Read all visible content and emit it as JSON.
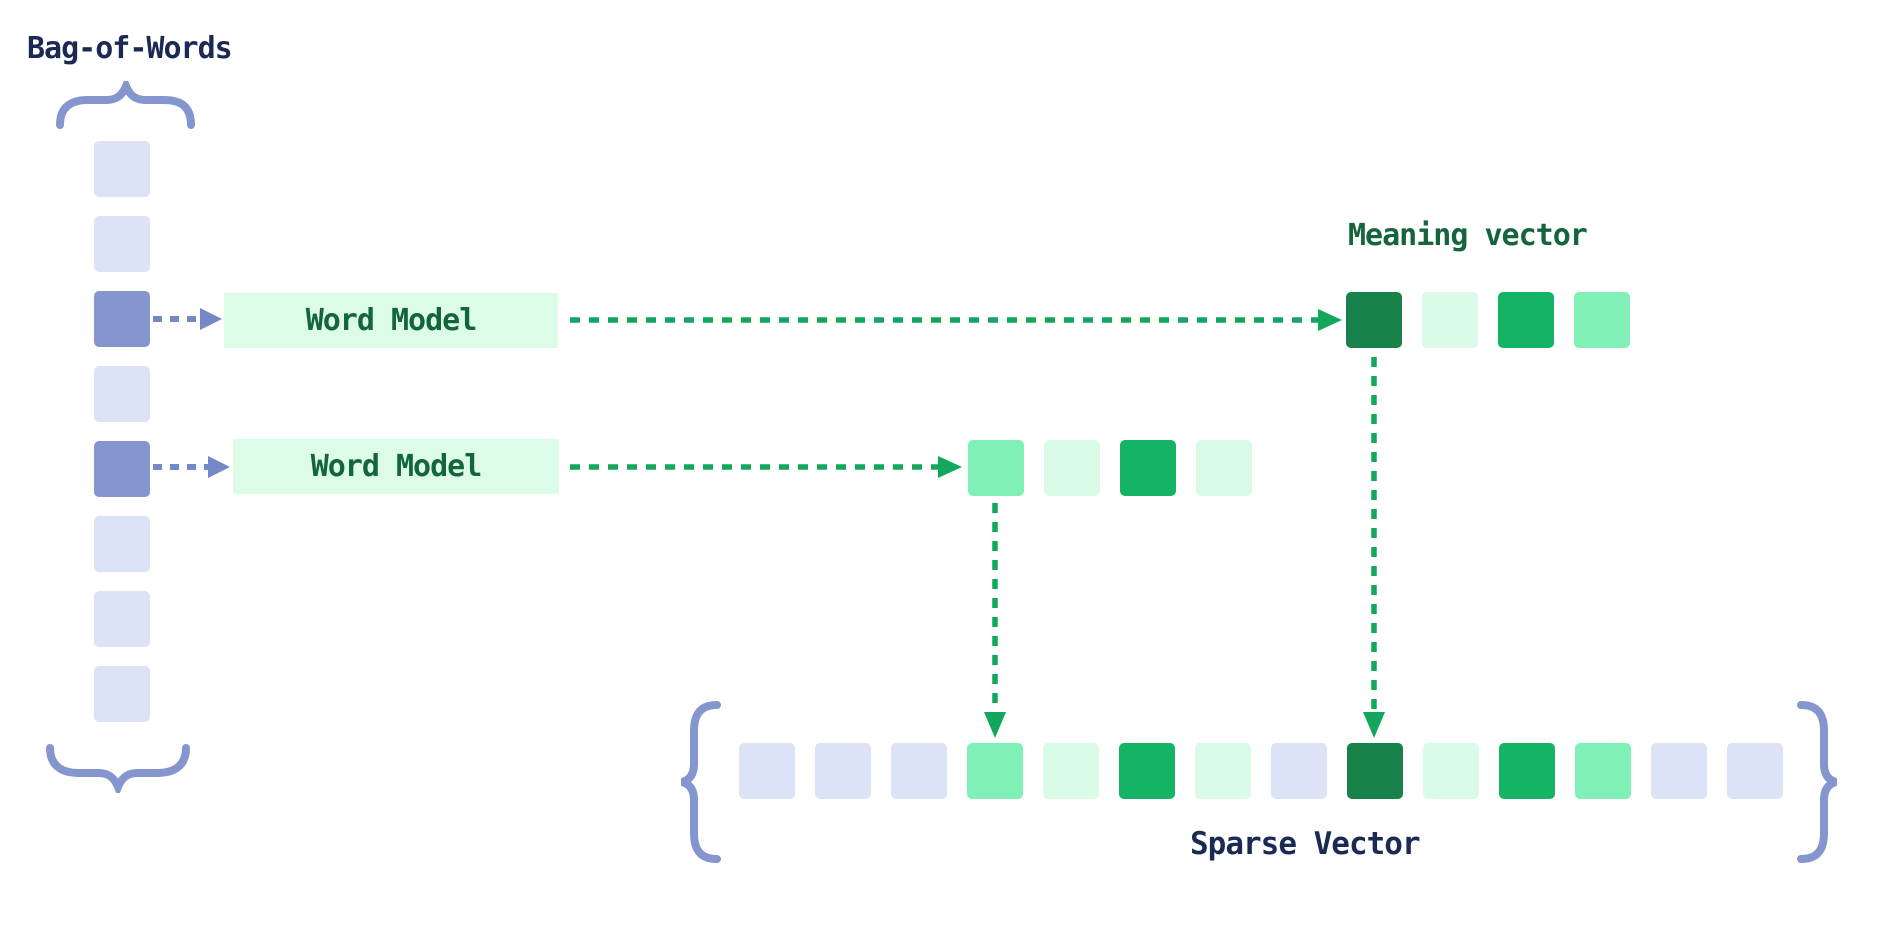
{
  "colors": {
    "navy": "#1b2a55",
    "green-text": "#15653c",
    "lavender": "#dce3f7",
    "periwinkle": "#8596ce",
    "arrow-blue": "#7487c6",
    "arrow-green": "#12a75d",
    "mint-bg": "#dcfce8",
    "cell-dark-green": "#17834b",
    "cell-green": "#14b464",
    "cell-mint": "#80f0b6",
    "cell-light-mint": "#d9fbe8"
  },
  "bag_of_words": {
    "label": "Bag-of-Words",
    "cells": [
      "lavender",
      "lavender",
      "periwinkle",
      "lavender",
      "periwinkle",
      "lavender",
      "lavender",
      "lavender"
    ]
  },
  "word_models": [
    {
      "label": "Word Model"
    },
    {
      "label": "Word Model"
    }
  ],
  "meaning_vector": {
    "label": "Meaning vector",
    "cells": [
      "dark-green",
      "light-mint",
      "green",
      "mint"
    ]
  },
  "word2_vector": {
    "cells": [
      "mint",
      "light-mint",
      "green",
      "light-mint"
    ]
  },
  "sparse_vector": {
    "label": "Sparse Vector",
    "cells": [
      "lavender",
      "lavender",
      "lavender",
      "mint",
      "light-mint",
      "green",
      "light-mint",
      "lavender",
      "dark-green",
      "light-mint",
      "green",
      "mint",
      "lavender",
      "lavender"
    ]
  }
}
